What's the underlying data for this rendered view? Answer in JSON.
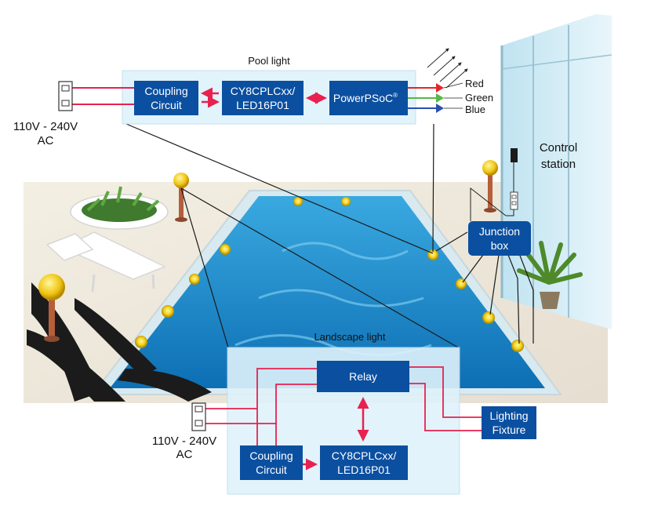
{
  "pool_light": {
    "title": "Pool light",
    "coupling": [
      "Coupling",
      "Circuit"
    ],
    "plc": [
      "CY8CPLCxx/",
      "LED16P01"
    ],
    "psoc": "PowerPSoC",
    "psoc_mark": "®",
    "outputs": {
      "red": "Red",
      "green": "Green",
      "blue": "Blue"
    }
  },
  "mains_top": [
    "110V - 240V",
    "AC"
  ],
  "control_station": [
    "Control",
    "station"
  ],
  "junction_box": [
    "Junction",
    "box"
  ],
  "landscape_light": {
    "title": "Landscape light",
    "relay": "Relay",
    "coupling": [
      "Coupling",
      "Circuit"
    ],
    "plc": [
      "CY8CPLCxx/",
      "LED16P01"
    ],
    "fixture": [
      "Lighting",
      "Fixture"
    ]
  },
  "mains_bottom": [
    "110V - 240V",
    "AC"
  ],
  "colors": {
    "box_fill": "#0b4fa0",
    "wire": "#e8214f",
    "panel": "#dff2fb",
    "pool_water": "#1f8fd0",
    "led_red": "#e3262b",
    "led_green": "#55b847",
    "led_blue": "#2a4fb0"
  },
  "icons": [
    "power-outlet-icon",
    "pool-lamp-icon",
    "light-ray-icon"
  ]
}
